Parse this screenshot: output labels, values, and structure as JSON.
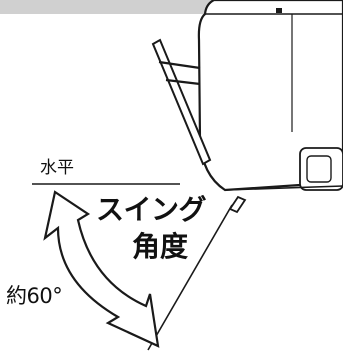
{
  "labels": {
    "horizontal": "水平",
    "swing_line1": "スイング",
    "swing_line2": "角度",
    "angle_value": "約60°"
  },
  "colors": {
    "stroke": "#1a1a1a",
    "arrow_fill": "#ffffff",
    "header_band": "#d0d0d0",
    "unit_body": "#ffffff"
  }
}
